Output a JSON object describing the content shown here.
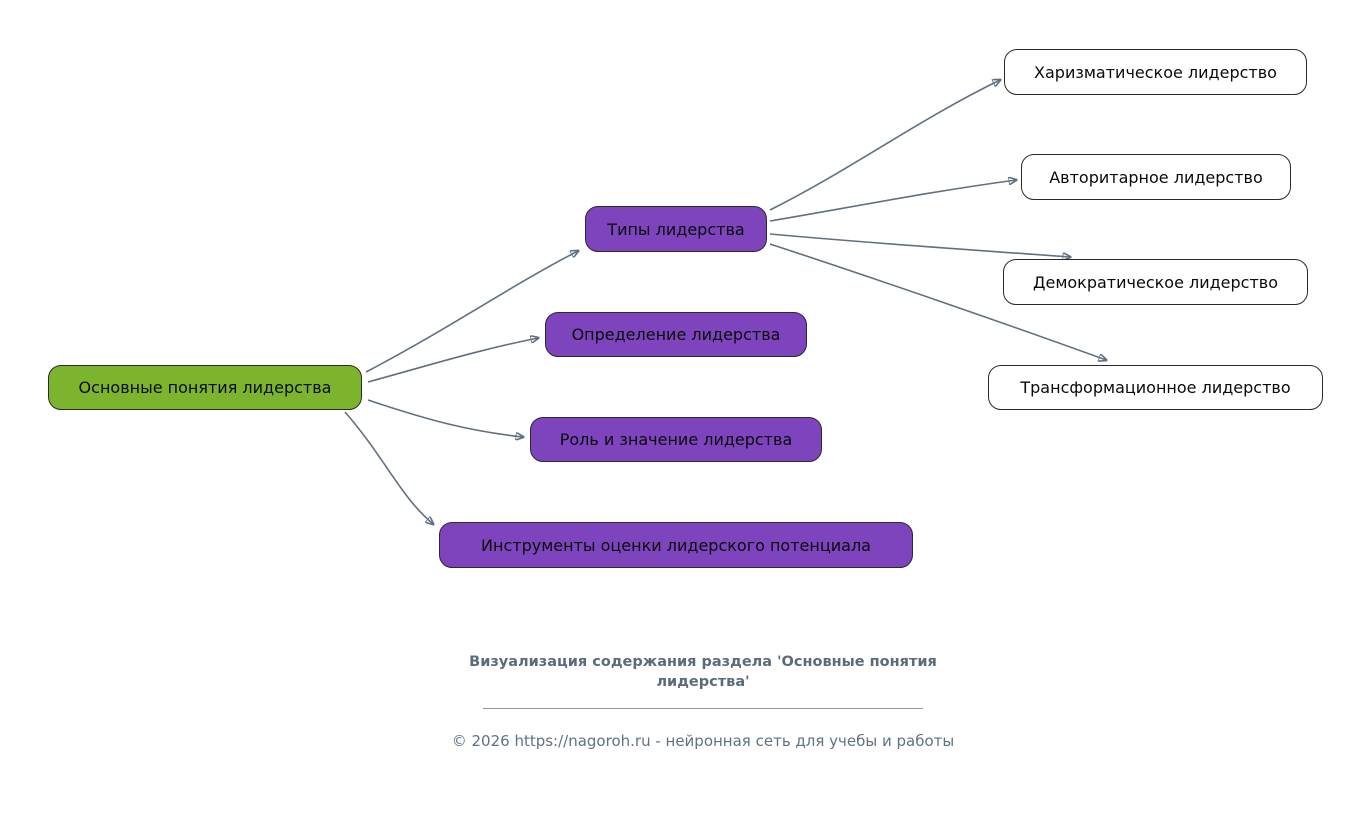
{
  "diagram": {
    "title_hint": "mindmap-leadership-basics",
    "root": {
      "label": "Основные понятия лидерства",
      "color": "#7cb42e"
    },
    "branches": {
      "types": {
        "label": "Типы лидерства",
        "color": "#7d44bd"
      },
      "definition": {
        "label": "Определение лидерства",
        "color": "#7d44bd"
      },
      "role": {
        "label": "Роль и значение лидерства",
        "color": "#7d44bd"
      },
      "tools": {
        "label": "Инструменты оценки лидерского потенциала",
        "color": "#7d44bd"
      }
    },
    "leaves": {
      "charismatic": {
        "label": "Харизматическое лидерство",
        "color": "#ffffff"
      },
      "authoritarian": {
        "label": "Авторитарное лидерство",
        "color": "#ffffff"
      },
      "democratic": {
        "label": "Демократическое лидерство",
        "color": "#ffffff"
      },
      "transformational": {
        "label": "Трансформационное лидерство",
        "color": "#ffffff"
      }
    },
    "edge_color": "#5f7081"
  },
  "footer": {
    "caption": "Визуализация содержания раздела 'Основные понятия лидерства'",
    "copyright": "© 2026 https://nagoroh.ru - нейронная сеть для учебы и работы"
  }
}
